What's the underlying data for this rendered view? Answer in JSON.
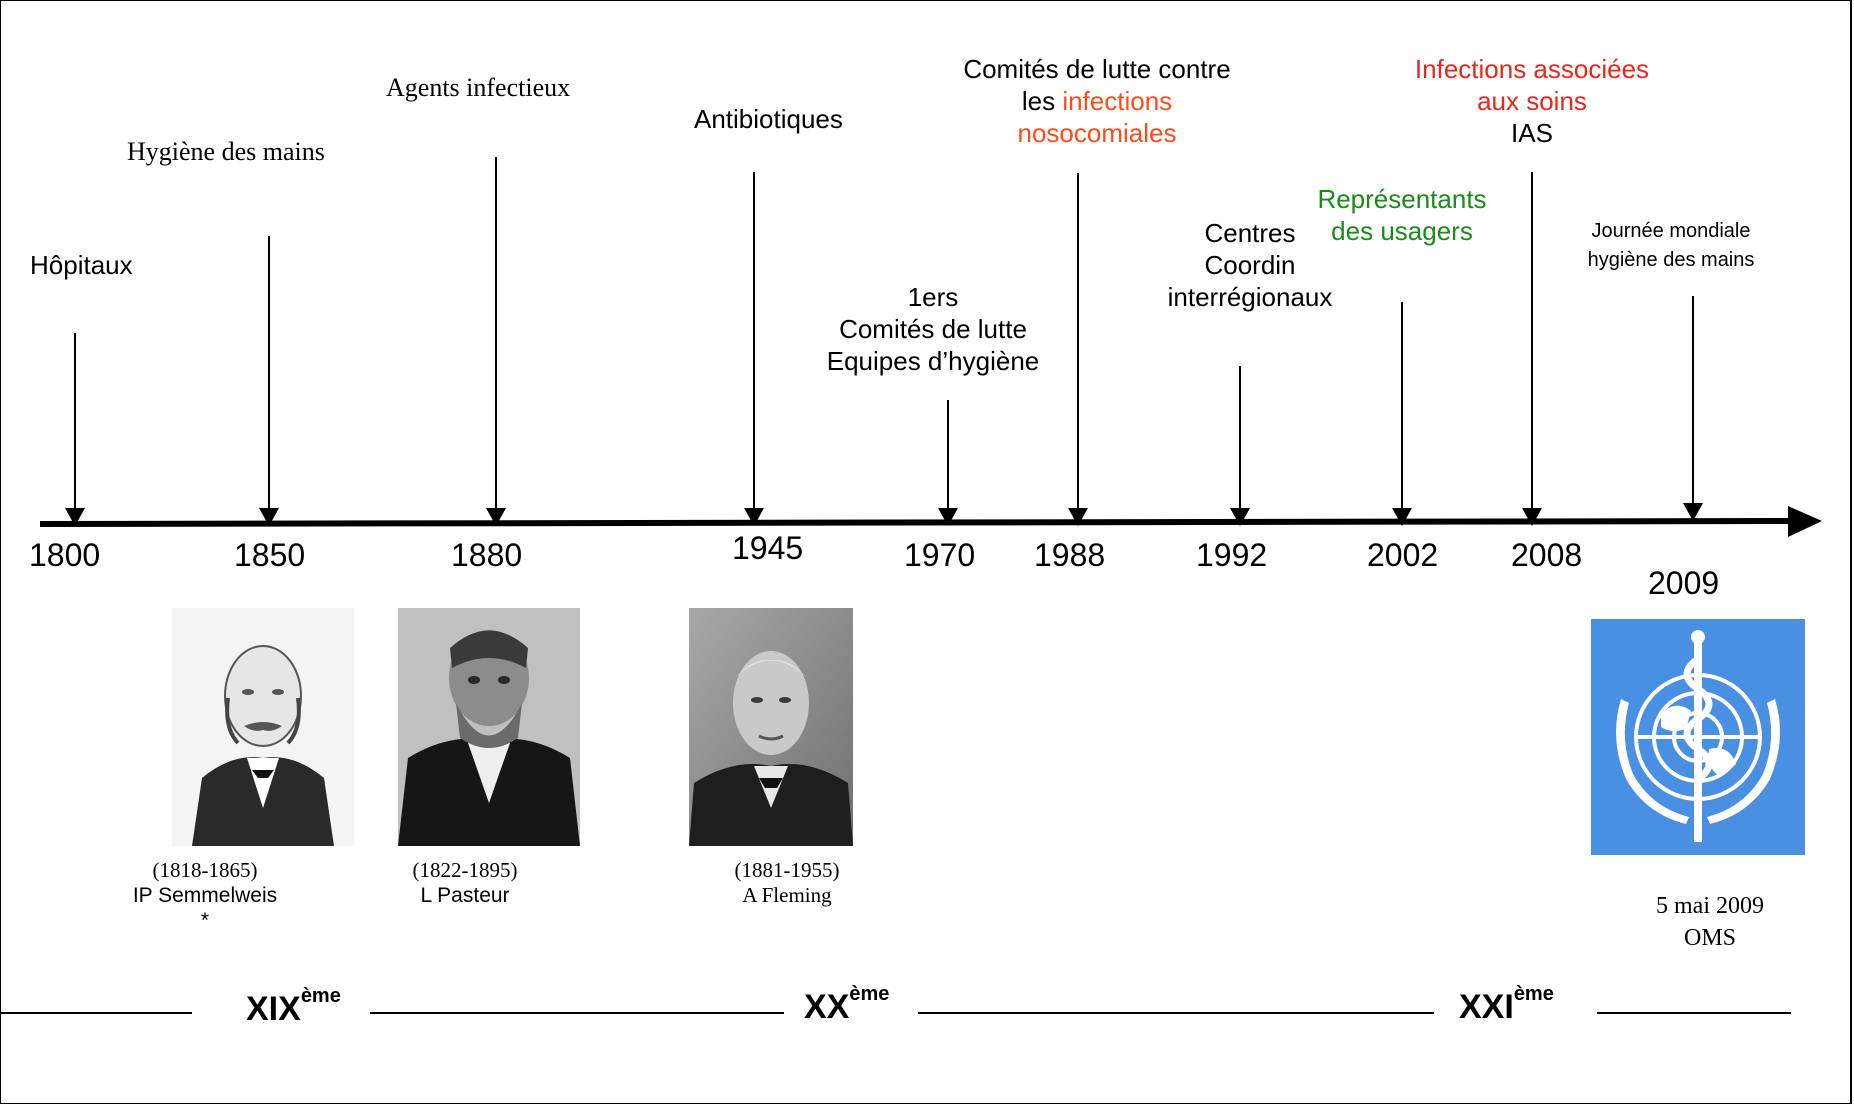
{
  "events": [
    {
      "year": "1800",
      "label_lines": [
        "Hôpitaux"
      ]
    },
    {
      "year": "1850",
      "label_lines": [
        "Hygiène des mains"
      ]
    },
    {
      "year": "1880",
      "label_lines": [
        "Agents infectieux"
      ]
    },
    {
      "year": "1945",
      "label_lines": [
        "Antibiotiques"
      ]
    },
    {
      "year": "1970",
      "label_lines": [
        "1ers",
        "Comités de lutte",
        "Equipes d’hygiène"
      ]
    },
    {
      "year": "1988",
      "label_lines": [
        "Comités de lutte contre",
        "les ",
        "infections",
        "nosocomiales"
      ]
    },
    {
      "year": "1992",
      "label_lines": [
        "Centres",
        "Coordin",
        "interrégionaux"
      ]
    },
    {
      "year": "2002",
      "label_lines": [
        "Représentants",
        "des usagers"
      ]
    },
    {
      "year": "2008",
      "label_lines": [
        "Infections associées",
        "aux soins",
        "IAS"
      ]
    },
    {
      "year": "2009",
      "label_lines": [
        "Journée mondiale",
        "hygiène des mains"
      ]
    }
  ],
  "portraits": [
    {
      "dates": "(1818-1865)",
      "name": "IP Semmelweis *"
    },
    {
      "dates": "(1822-1895)",
      "name": "L Pasteur"
    },
    {
      "dates": "(1881-1955)",
      "name": "A Fleming"
    }
  ],
  "who": {
    "caption_date": "5 mai 2009",
    "caption_org": "OMS"
  },
  "centuries": [
    "XIX",
    "XX",
    "XXI"
  ],
  "century_suffix": "ème",
  "colors": {
    "red": "#e8271b",
    "green": "#1a8a1a",
    "who_blue": "#4a90e2"
  }
}
